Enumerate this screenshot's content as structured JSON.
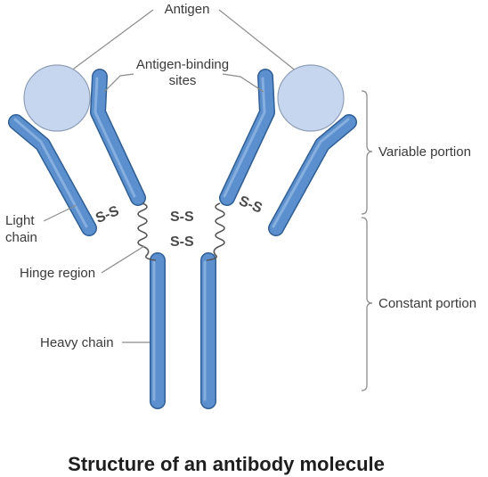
{
  "labels": {
    "antigen": "Antigen",
    "binding_sites_line1": "Antigen-binding",
    "binding_sites_line2": "sites",
    "light_chain_line1": "Light",
    "light_chain_line2": "chain",
    "hinge_region": "Hinge region",
    "heavy_chain": "Heavy chain",
    "variable_portion": "Variable portion",
    "constant_portion": "Constant portion",
    "disulfide_bond": "S-S"
  },
  "title": "Structure of an antibody molecule",
  "colors": {
    "chain_fill": "#5b8fcd",
    "chain_edge": "#2f5f95",
    "antigen_fill": "#c6d6ee",
    "label_text": "#3a3a3a"
  }
}
